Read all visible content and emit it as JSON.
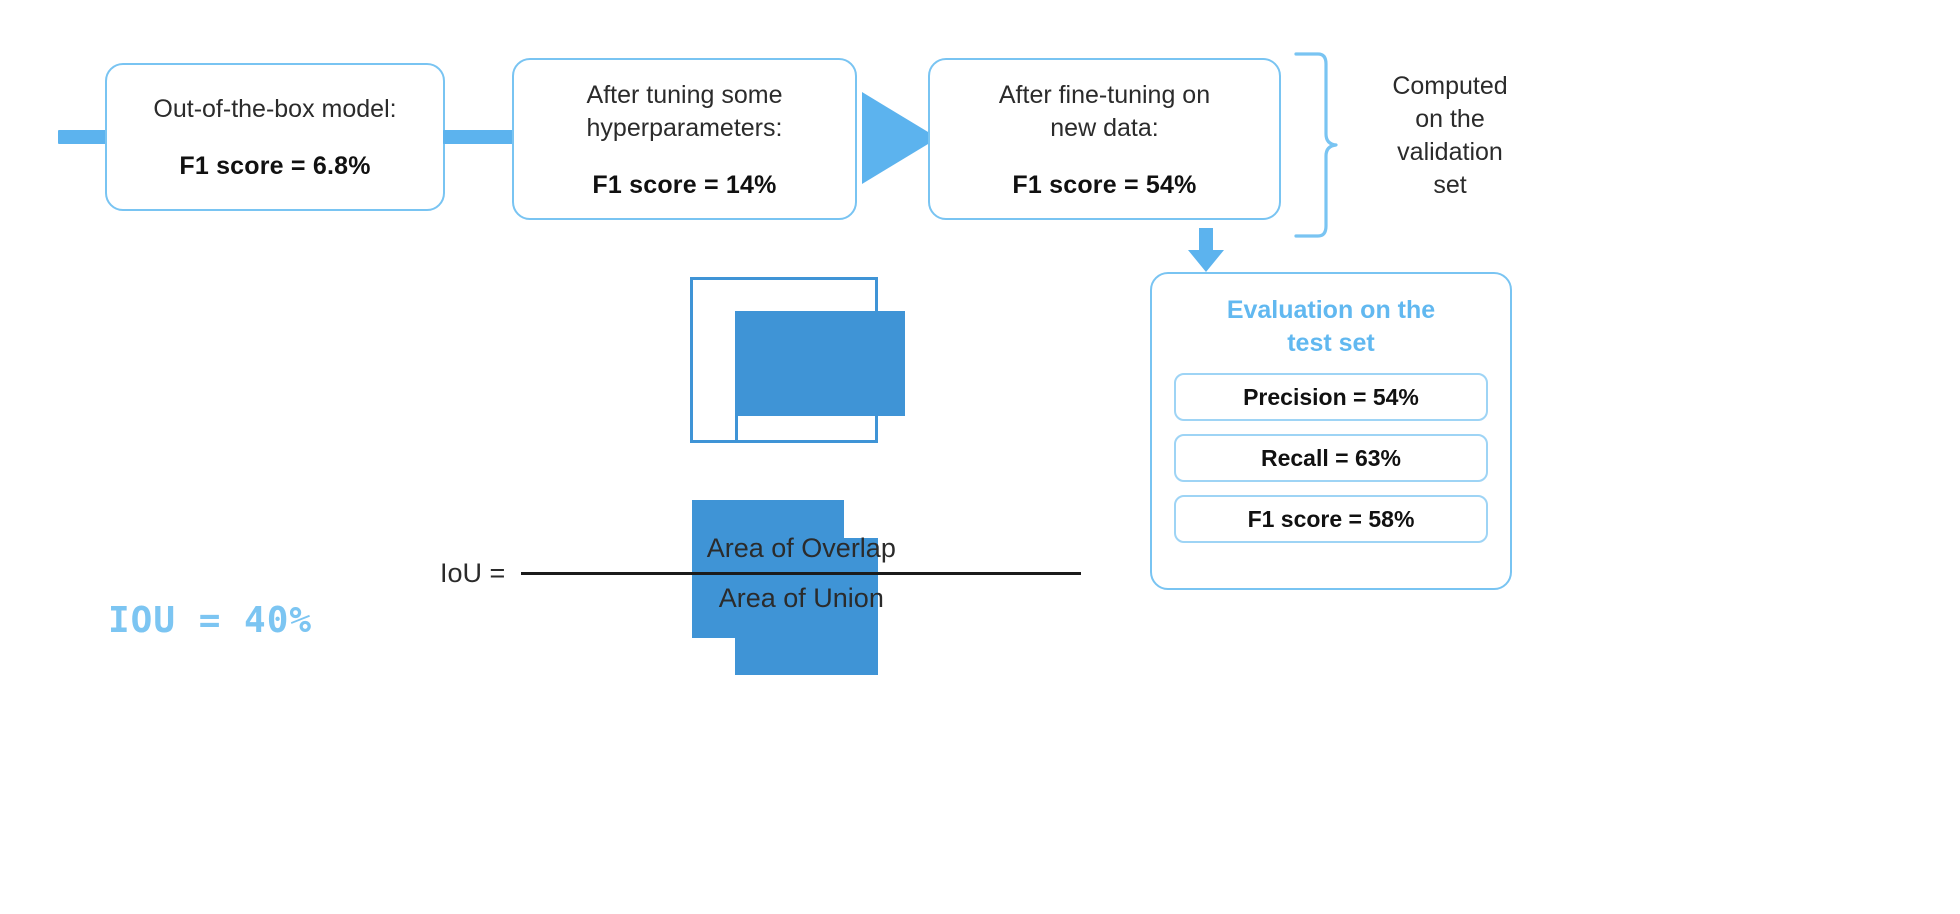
{
  "pipeline": {
    "boxes": [
      {
        "id": "baseline",
        "title": "Out-of-the-box model:",
        "metric": "F1 score = 6.8%"
      },
      {
        "id": "tuned",
        "title": "After tuning some\nhyperparameters:",
        "metric": "F1 score = 14%"
      },
      {
        "id": "finetune",
        "title": "After fine-tuning on\nnew data:",
        "metric": "F1 score = 54%"
      }
    ],
    "brace_caption": "Computed\non the\nvalidation\nset"
  },
  "evaluation": {
    "title": "Evaluation on the\ntest set",
    "rows": [
      {
        "label": "Precision = 54%"
      },
      {
        "label": "Recall = 63%"
      },
      {
        "label": "F1 score = 58%"
      }
    ]
  },
  "iou": {
    "lhs": "IoU =",
    "numerator": "Area of Overlap",
    "denominator": "Area of Union",
    "result": "IOU = 40%"
  },
  "colors": {
    "accent_light": "#79c4f2",
    "accent": "#5cb3ee",
    "accent_strong": "#3f94d6",
    "title_blue": "#61b8f0",
    "text": "#1b1b1b"
  }
}
